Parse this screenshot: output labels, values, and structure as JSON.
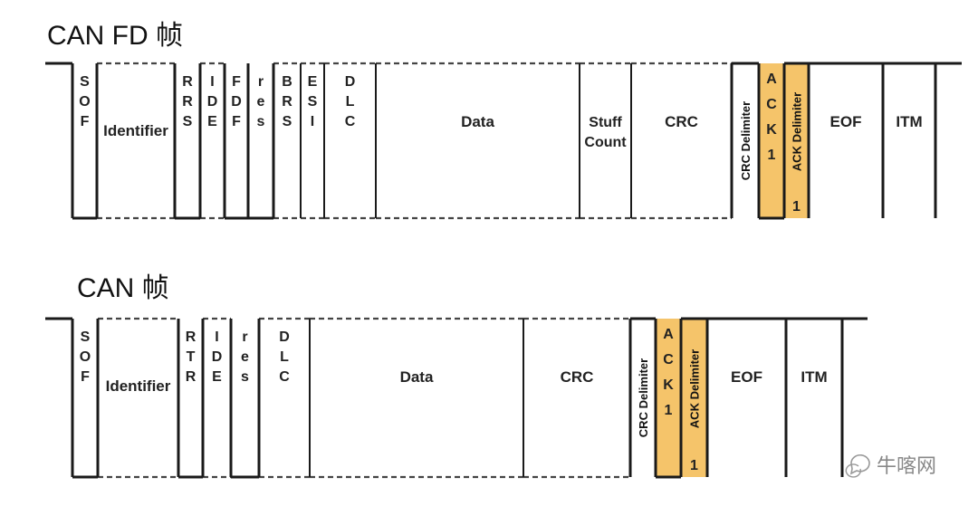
{
  "titles": {
    "can_fd": "CAN FD 帧",
    "can": "CAN 帧"
  },
  "watermark": "牛喀网",
  "colors": {
    "line": "#1a1a1a",
    "dash": "#444444",
    "ack_fill": "#f5c46a",
    "text": "#222222"
  },
  "frames": {
    "can_fd": {
      "fields": [
        {
          "id": "sof",
          "lines": [
            "S",
            "O",
            "F"
          ]
        },
        {
          "id": "identifier",
          "lines": [
            "Identifier"
          ]
        },
        {
          "id": "rrs",
          "lines": [
            "R",
            "R",
            "S"
          ]
        },
        {
          "id": "ide",
          "lines": [
            "I",
            "D",
            "E"
          ]
        },
        {
          "id": "fdf",
          "lines": [
            "F",
            "D",
            "F"
          ]
        },
        {
          "id": "res",
          "lines": [
            "r",
            "e",
            "s"
          ]
        },
        {
          "id": "brs",
          "lines": [
            "B",
            "R",
            "S"
          ]
        },
        {
          "id": "esi",
          "lines": [
            "E",
            "S",
            "I"
          ]
        },
        {
          "id": "dlc",
          "lines": [
            "D",
            "L",
            "C"
          ]
        },
        {
          "id": "data",
          "lines": [
            "Data"
          ]
        },
        {
          "id": "stuff-count",
          "lines": [
            "Stuff",
            "Count"
          ]
        },
        {
          "id": "crc",
          "lines": [
            "CRC"
          ]
        },
        {
          "id": "crc-delimiter",
          "vertical": "CRC Delimiter"
        },
        {
          "id": "ack",
          "lines": [
            "A",
            "C",
            "K",
            "",
            "1"
          ]
        },
        {
          "id": "ack-delimiter",
          "vertical": "ACK Delimiter",
          "bottom": "1"
        },
        {
          "id": "eof",
          "lines": [
            "EOF"
          ]
        },
        {
          "id": "itm",
          "lines": [
            "ITM"
          ]
        }
      ]
    },
    "can": {
      "fields": [
        {
          "id": "sof",
          "lines": [
            "S",
            "O",
            "F"
          ]
        },
        {
          "id": "identifier",
          "lines": [
            "Identifier"
          ]
        },
        {
          "id": "rtr",
          "lines": [
            "R",
            "T",
            "R"
          ]
        },
        {
          "id": "ide",
          "lines": [
            "I",
            "D",
            "E"
          ]
        },
        {
          "id": "res",
          "lines": [
            "r",
            "e",
            "s"
          ]
        },
        {
          "id": "dlc",
          "lines": [
            "D",
            "L",
            "C"
          ]
        },
        {
          "id": "data",
          "lines": [
            "Data"
          ]
        },
        {
          "id": "crc",
          "lines": [
            "CRC"
          ]
        },
        {
          "id": "crc-delimiter",
          "vertical": "CRC Delimiter"
        },
        {
          "id": "ack",
          "lines": [
            "A",
            "C",
            "K",
            "",
            "1"
          ]
        },
        {
          "id": "ack-delimiter",
          "vertical": "ACK Delimiter",
          "bottom": "1"
        },
        {
          "id": "eof",
          "lines": [
            "EOF"
          ]
        },
        {
          "id": "itm",
          "lines": [
            "ITM"
          ]
        }
      ]
    }
  }
}
